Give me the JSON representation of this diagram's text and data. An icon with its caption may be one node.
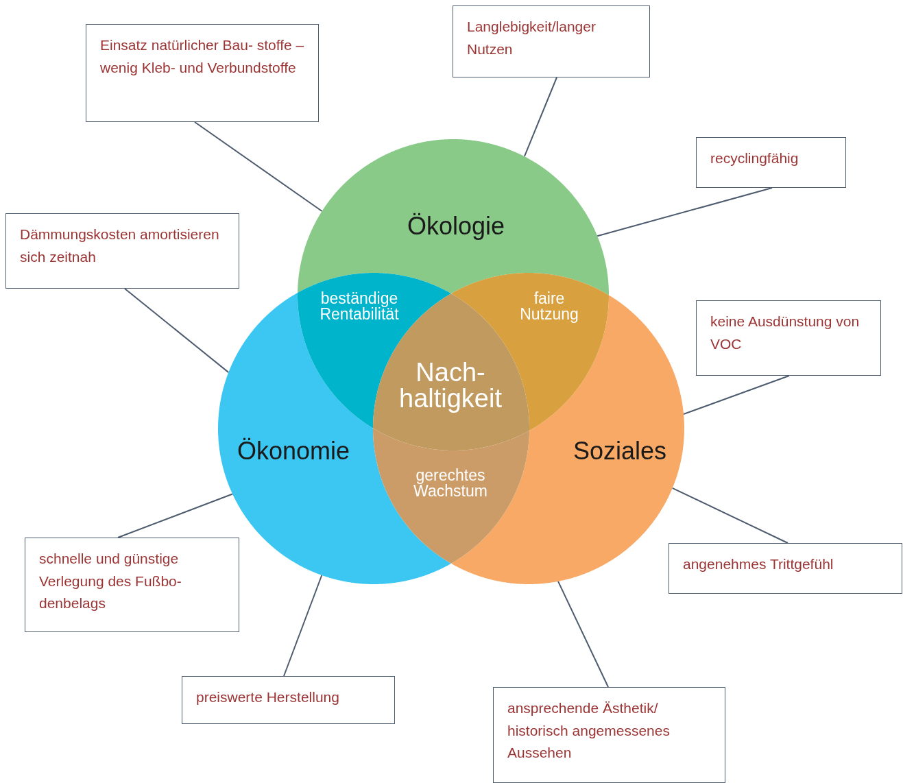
{
  "diagram": {
    "nodes": [
      {
        "text": [
          "Ökologie"
        ]
      },
      {
        "text": [
          "Ökonomie"
        ]
      },
      {
        "text": [
          "Soziales"
        ]
      },
      {
        "text": [
          "beständige Rentabilität"
        ]
      },
      {
        "text": [
          "faire Nutzung"
        ]
      },
      {
        "text": [
          "Nach- haltigkeit"
        ]
      },
      {
        "text": [
          "gerechtes Wachstum"
        ]
      },
      {
        "text": [
          "Langlebigkeit/langer Nutzen"
        ]
      },
      {
        "text": [
          "Einsatz natürlicher Bau- stoffe – wenig Kleb- und Verbundstoffe"
        ]
      },
      {
        "text": [
          "recyclingfähig"
        ]
      },
      {
        "text": [
          "Dämmungskosten amortisieren sich zeitnah"
        ]
      },
      {
        "text": [
          "keine Ausdünstung von VOC"
        ]
      },
      {
        "text": [
          "schnelle und günstige Verlegung des Fußbo- denbelags"
        ]
      },
      {
        "text": [
          "angenehmes Trittgefühl"
        ]
      },
      {
        "text": [
          "preiswerte Herstellung"
        ]
      },
      {
        "text": [
          "ansprechende Ästhetik/ historisch angemessenes Aussehen"
        ]
      }
    ],
    "edges": [
      {
        "from": 7,
        "to": 0,
        "arrow": "none"
      },
      {
        "from": 8,
        "to": 0,
        "arrow": "none"
      },
      {
        "from": 9,
        "to": 0,
        "arrow": "none"
      },
      {
        "from": 10,
        "to": 1,
        "arrow": "none"
      },
      {
        "from": 11,
        "to": 2,
        "arrow": "none"
      },
      {
        "from": 12,
        "to": 1,
        "arrow": "none"
      },
      {
        "from": 13,
        "to": 2,
        "arrow": "none"
      },
      {
        "from": 14,
        "to": 1,
        "arrow": "none"
      },
      {
        "from": 15,
        "to": 2,
        "arrow": "none"
      }
    ]
  }
}
